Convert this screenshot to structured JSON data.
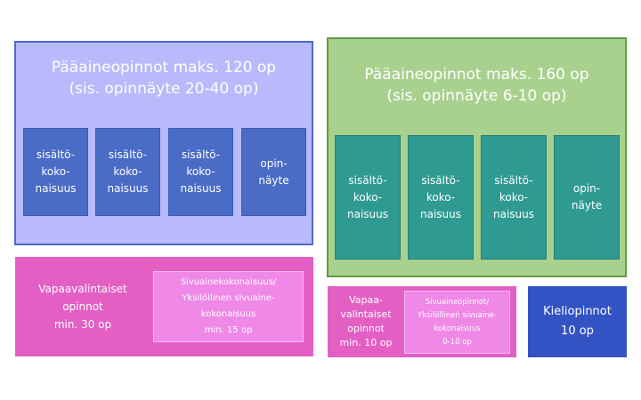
{
  "left_major": {
    "title_line1": "Pääaineopinnot maks. 120 op",
    "title_line2": "(sis. opinnäyte 20-40 op)",
    "tiles": [
      "sisältö-\nkoko-\nnaisuus",
      "sisältö-\nkoko-\nnaisuus",
      "sisältö-\nkoko-\nnaisuus",
      "opin-\nnäyte"
    ]
  },
  "right_major": {
    "title_line1": "Pääaineopinnot maks. 160 op",
    "title_line2": "(sis. opinnäyte 6-10 op)",
    "tiles": [
      "sisältö-\nkoko-\nnaisuus",
      "sisältö-\nkoko-\nnaisuus",
      "sisältö-\nkoko-\nnaisuus",
      "opin-\nnäyte"
    ]
  },
  "left_elective": {
    "label": "Vapaavalintaiset\nopinnot\nmin. 30 op",
    "minor": "Sivuainekokonaisuus/\nYksilöllinen sivuaine-\nkokonaisuus\nmin. 15 op"
  },
  "right_elective": {
    "label": "Vapaa-\nvalintaiset\nopinnot\nmin. 10 op",
    "minor": "Sivuaineopinnot/\nYksilöllinen sivuaine-\nkokonaisuus\n0-10 op"
  },
  "language": {
    "label": "Kieliopinnot\n10 op"
  },
  "colors": {
    "lavender": "#b9bafb",
    "lavender_border": "#4a6bc6",
    "green": "#a9d18e",
    "green_border": "#5f9d3e",
    "magenta": "#e35fc3",
    "pink": "#ef88e6",
    "royal_blue": "#3353c4"
  }
}
